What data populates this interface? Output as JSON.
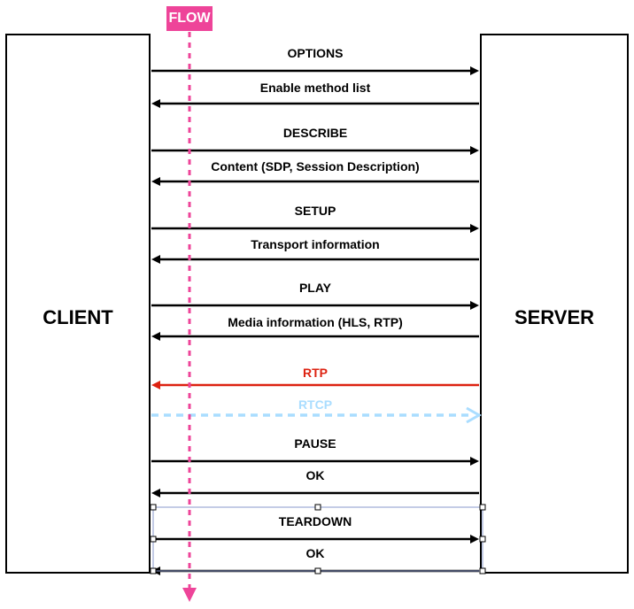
{
  "entities": {
    "client": "CLIENT",
    "server": "SERVER"
  },
  "flow_badge": "FLOW",
  "colors": {
    "arrow": "#000000",
    "rtp": "#dd2211",
    "rtcp": "#aaddff",
    "flow": "#ee4499",
    "selection": "#8899cc"
  },
  "messages": [
    {
      "label": "OPTIONS",
      "direction": "client-to-server",
      "style": "solid"
    },
    {
      "label": "Enable method list",
      "direction": "server-to-client",
      "style": "solid"
    },
    {
      "label": "DESCRIBE",
      "direction": "client-to-server",
      "style": "solid"
    },
    {
      "label": "Content (SDP, Session Description)",
      "direction": "server-to-client",
      "style": "solid"
    },
    {
      "label": "SETUP",
      "direction": "client-to-server",
      "style": "solid"
    },
    {
      "label": "Transport information",
      "direction": "server-to-client",
      "style": "solid"
    },
    {
      "label": "PLAY",
      "direction": "client-to-server",
      "style": "solid"
    },
    {
      "label": "Media information (HLS, RTP)",
      "direction": "server-to-client",
      "style": "solid"
    },
    {
      "label": "RTP",
      "direction": "server-to-client",
      "style": "solid-red"
    },
    {
      "label": "RTCP",
      "direction": "client-to-server",
      "style": "dashed-lightblue"
    },
    {
      "label": "PAUSE",
      "direction": "client-to-server",
      "style": "solid"
    },
    {
      "label": "OK",
      "direction": "server-to-client",
      "style": "solid"
    },
    {
      "label": "TEARDOWN",
      "direction": "client-to-server",
      "style": "solid"
    },
    {
      "label": "OK",
      "direction": "server-to-client",
      "style": "solid"
    }
  ]
}
